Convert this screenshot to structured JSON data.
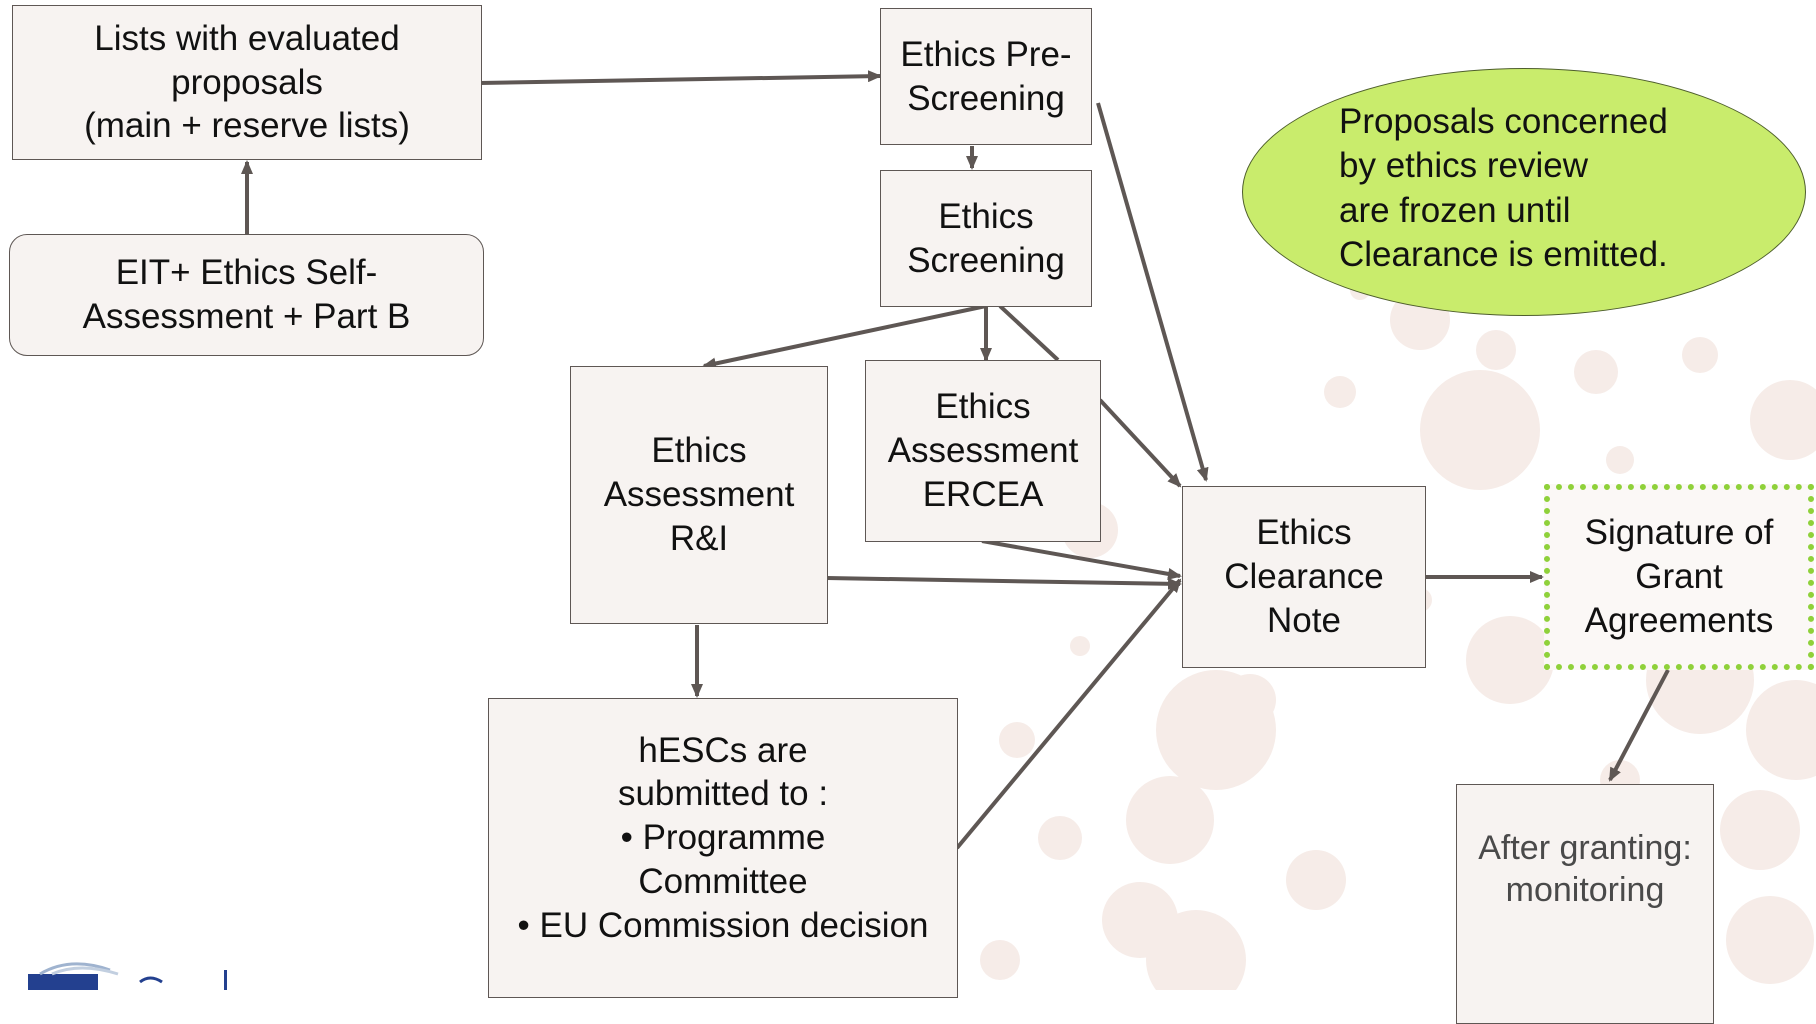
{
  "nodes": {
    "lists": "Lists with evaluated\nproposals\n(main + reserve lists)",
    "self_assessment": "EIT+ Ethics Self-\nAssessment + Part B",
    "pre_screening": "Ethics Pre-\nScreening",
    "screening": "Ethics\nScreening",
    "assessment_ri": "Ethics\nAssessment\nR&I",
    "assessment_ercea": "Ethics\nAssessment\nERCEA",
    "clearance_note": "Ethics\nClearance\nNote",
    "signature": "Signature of\nGrant\nAgreements",
    "hescs": {
      "title": "hESCs are\nsubmitted to :",
      "item1": "• Programme\nCommittee",
      "item2": "• EU Commission decision"
    },
    "monitoring": "After granting:\nmonitoring"
  },
  "callout": "Proposals concerned\nby ethics review\nare frozen until\nClearance is emitted.",
  "colors": {
    "box_fill": "#f7f3f1",
    "box_border": "#5e5754",
    "arrow": "#5e5754",
    "oval_fill": "#c9ec6c",
    "dotted_border": "#8fd13a",
    "bg_dots": "#f6ece8"
  }
}
